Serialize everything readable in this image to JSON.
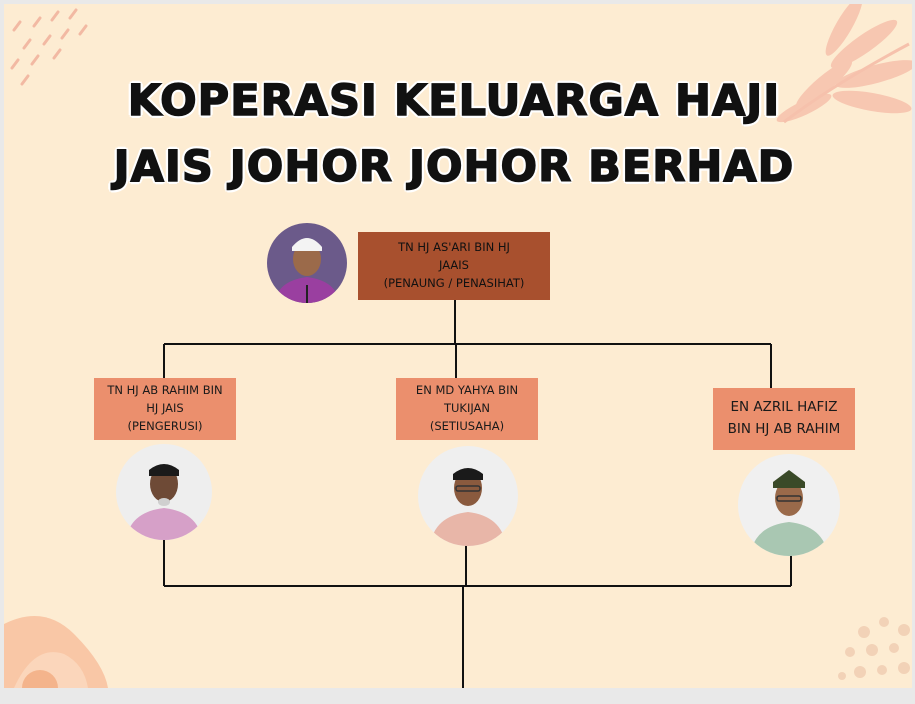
{
  "title": {
    "line1": "KOPERASI KELUARGA HAJI",
    "line2": "JAIS JOHOR JOHOR BERHAD"
  },
  "advisor": {
    "name_line1": "TN HJ AS'ARI BIN HJ",
    "name_line2": "JAAIS",
    "role": "(PENAUNG / PENASIHAT)",
    "photo_icon": "portrait-photo"
  },
  "members": [
    {
      "name_line1": "TN HJ AB RAHIM BIN",
      "name_line2": "HJ JAIS",
      "role": "(PENGERUSI)",
      "photo_icon": "portrait-photo"
    },
    {
      "name_line1": "EN MD YAHYA BIN",
      "name_line2": "TUKIJAN",
      "role": "(SETIUSAHA)",
      "photo_icon": "portrait-photo"
    },
    {
      "name_line1": "EN AZRIL HAFIZ",
      "name_line2": "BIN HJ AB RAHIM",
      "photo_icon": "portrait-photo"
    }
  ],
  "colors": {
    "background": "#fdecd2",
    "advisor_box": "#a8502e",
    "member_box": "#eb8f6d",
    "connector": "#111111",
    "decoration": "#f6b9a0"
  }
}
